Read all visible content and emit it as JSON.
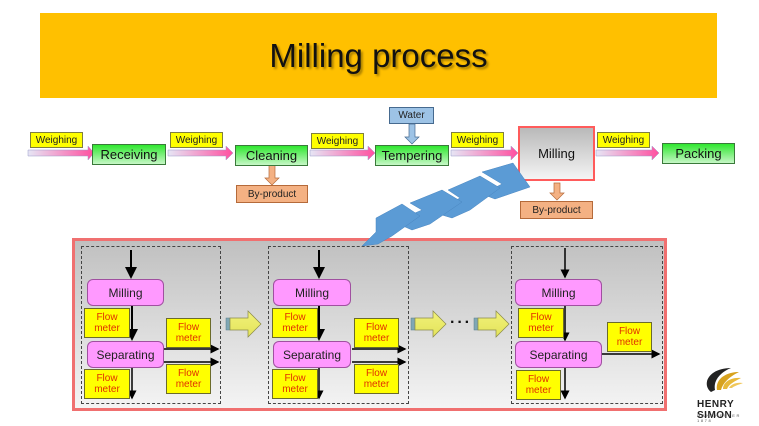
{
  "title": "Milling process",
  "main_flow": {
    "weighing_label": "Weighing",
    "stages": [
      "Receiving",
      "Cleaning",
      "Tempering",
      "Milling",
      "Packing"
    ],
    "water_label": "Water",
    "byproduct_label": "By-product"
  },
  "detail_panel": {
    "milling_label": "Milling",
    "separating_label": "Separating",
    "flow_meter_line1": "Flow",
    "flow_meter_line2": "meter",
    "ellipsis": "···"
  },
  "logo": {
    "name": "HENRY SIMON",
    "subtitle": "MANCHESTER 1878"
  },
  "colors": {
    "title_bg": "#ffc000",
    "weighing": "#ffff00",
    "stage_green": "#2fe72f",
    "byproduct": "#f4b183",
    "water": "#9dc3e6",
    "process_box": "#ff99ff",
    "highlight_border": "#f07070",
    "chevron_blue": "#5b9bd5"
  }
}
